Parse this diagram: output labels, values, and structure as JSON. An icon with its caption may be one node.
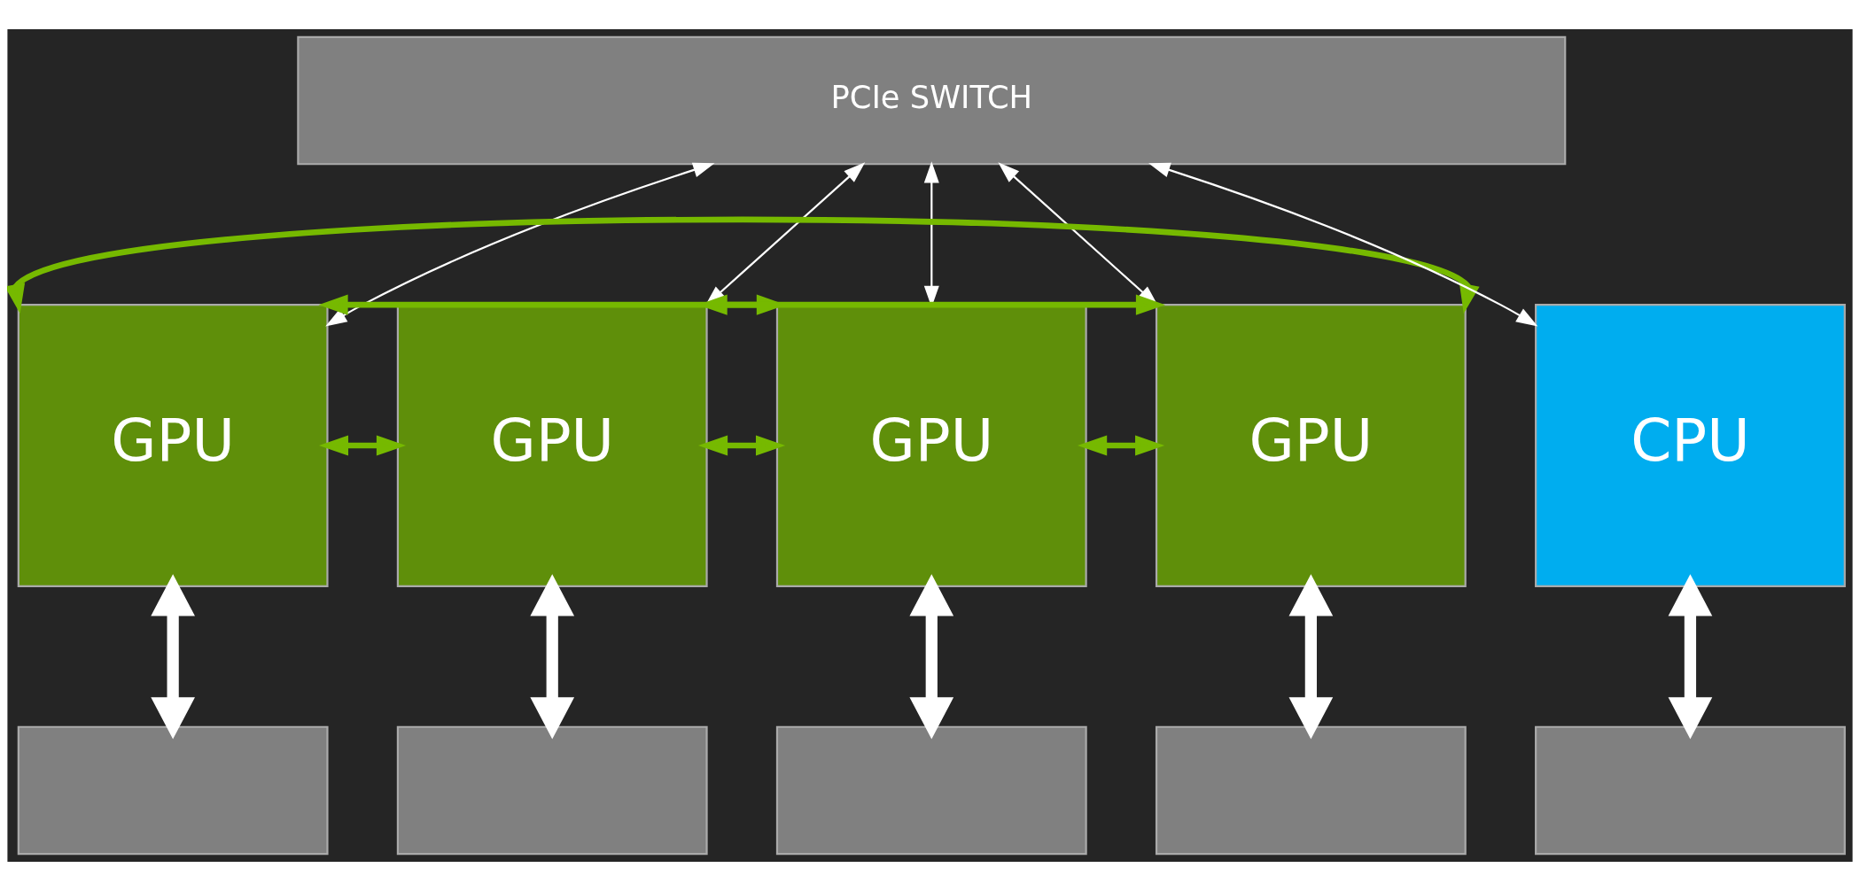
{
  "diagram": {
    "nodes": [
      {
        "text": [
          "PCIe SWITCH"
        ]
      },
      {
        "text": [
          "GPU"
        ]
      },
      {
        "text": [
          "GPU"
        ]
      },
      {
        "text": [
          "GPU"
        ]
      },
      {
        "text": [
          "GPU"
        ]
      },
      {
        "text": [
          "CPU"
        ]
      },
      {
        "text": [],
        "shape": "box"
      },
      {
        "text": [],
        "shape": "box"
      },
      {
        "text": [],
        "shape": "box"
      },
      {
        "text": [],
        "shape": "box"
      },
      {
        "text": [],
        "shape": "box"
      }
    ],
    "edges": [
      {
        "from": 0,
        "to": 1,
        "arrow": "both"
      },
      {
        "from": 0,
        "to": 2,
        "arrow": "both"
      },
      {
        "from": 0,
        "to": 3,
        "arrow": "both"
      },
      {
        "from": 0,
        "to": 4,
        "arrow": "both"
      },
      {
        "from": 5,
        "to": 0,
        "arrow": "both"
      },
      {
        "from": 1,
        "to": 2,
        "arrow": "both",
        "color": "#76b900"
      },
      {
        "from": 2,
        "to": 3,
        "arrow": "both",
        "color": "#76b900"
      },
      {
        "from": 3,
        "to": 4,
        "arrow": "both",
        "color": "#76b900"
      },
      {
        "from": 1,
        "to": 3,
        "arrow": "both",
        "color": "#76b900"
      },
      {
        "from": 1,
        "to": 4,
        "arrow": "both",
        "color": "#76b900"
      },
      {
        "from": 2,
        "to": 4,
        "arrow": "both",
        "color": "#76b900"
      },
      {
        "from": 1,
        "to": 6,
        "arrow": "both",
        "style": "thick"
      },
      {
        "from": 2,
        "to": 7,
        "arrow": "both",
        "style": "thick"
      },
      {
        "from": 3,
        "to": 8,
        "arrow": "both",
        "style": "thick"
      },
      {
        "from": 4,
        "to": 9,
        "arrow": "both",
        "style": "thick"
      },
      {
        "from": 5,
        "to": 10,
        "arrow": "both",
        "style": "thick"
      }
    ]
  }
}
